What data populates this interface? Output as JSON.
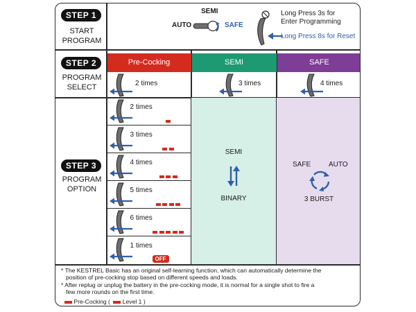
{
  "colors": {
    "precocking": "#d42b1f",
    "semi": "#1e9a73",
    "safe": "#7e3d96",
    "arrow": "#2f5fa8",
    "semi_panel": "#d6efe7",
    "safe_panel": "#e6dcee"
  },
  "step1": {
    "pill": "STEP 1",
    "title_line1": "START",
    "title_line2": "PROGRAM",
    "semi_label": "SEMI",
    "auto_label": "AUTO",
    "safe_label": "SAFE",
    "long_press_3s_line1": "Long Press 3s for",
    "long_press_3s_line2": "Enter Programming",
    "long_press_8s": "Long Press 8s for Reset"
  },
  "step2": {
    "pill": "STEP 2",
    "title_line1": "PROGRAM",
    "title_line2": "SELECT",
    "columns": [
      {
        "header": "Pre-Cocking",
        "times": "2 times"
      },
      {
        "header": "SEMI",
        "times": "3 times"
      },
      {
        "header": "SAFE",
        "times": "4 times"
      }
    ]
  },
  "step3": {
    "pill": "STEP 3",
    "title_line1": "PROGRAM",
    "title_line2": "OPTION",
    "precocking_options": [
      {
        "times": "2 times",
        "level": 1
      },
      {
        "times": "3 times",
        "level": 2
      },
      {
        "times": "4 times",
        "level": 3
      },
      {
        "times": "5 times",
        "level": 4
      },
      {
        "times": "6 times",
        "level": 5
      },
      {
        "times": "1 times",
        "off_label": "OFF"
      }
    ],
    "semi_option_top": "SEMI",
    "semi_option_bottom": "BINARY",
    "safe_option_left": "SAFE",
    "safe_option_right": "AUTO",
    "safe_option_bottom": "3 BURST"
  },
  "notes": {
    "note1_line1": "* The KESTREL Basic has an original self-learning function, which can automatically determine the",
    "note1_line2": "position of pre-cocking stop based on different speeds and loads.",
    "note2_line1": "* After replug or unplug the battery in the pre-cocking mode, it is normal for a single shot to fire a",
    "note2_line2": "few more rounds on the first time.",
    "legend_precocking": "Pre-Cocking (",
    "legend_level": "Level 1 )"
  }
}
